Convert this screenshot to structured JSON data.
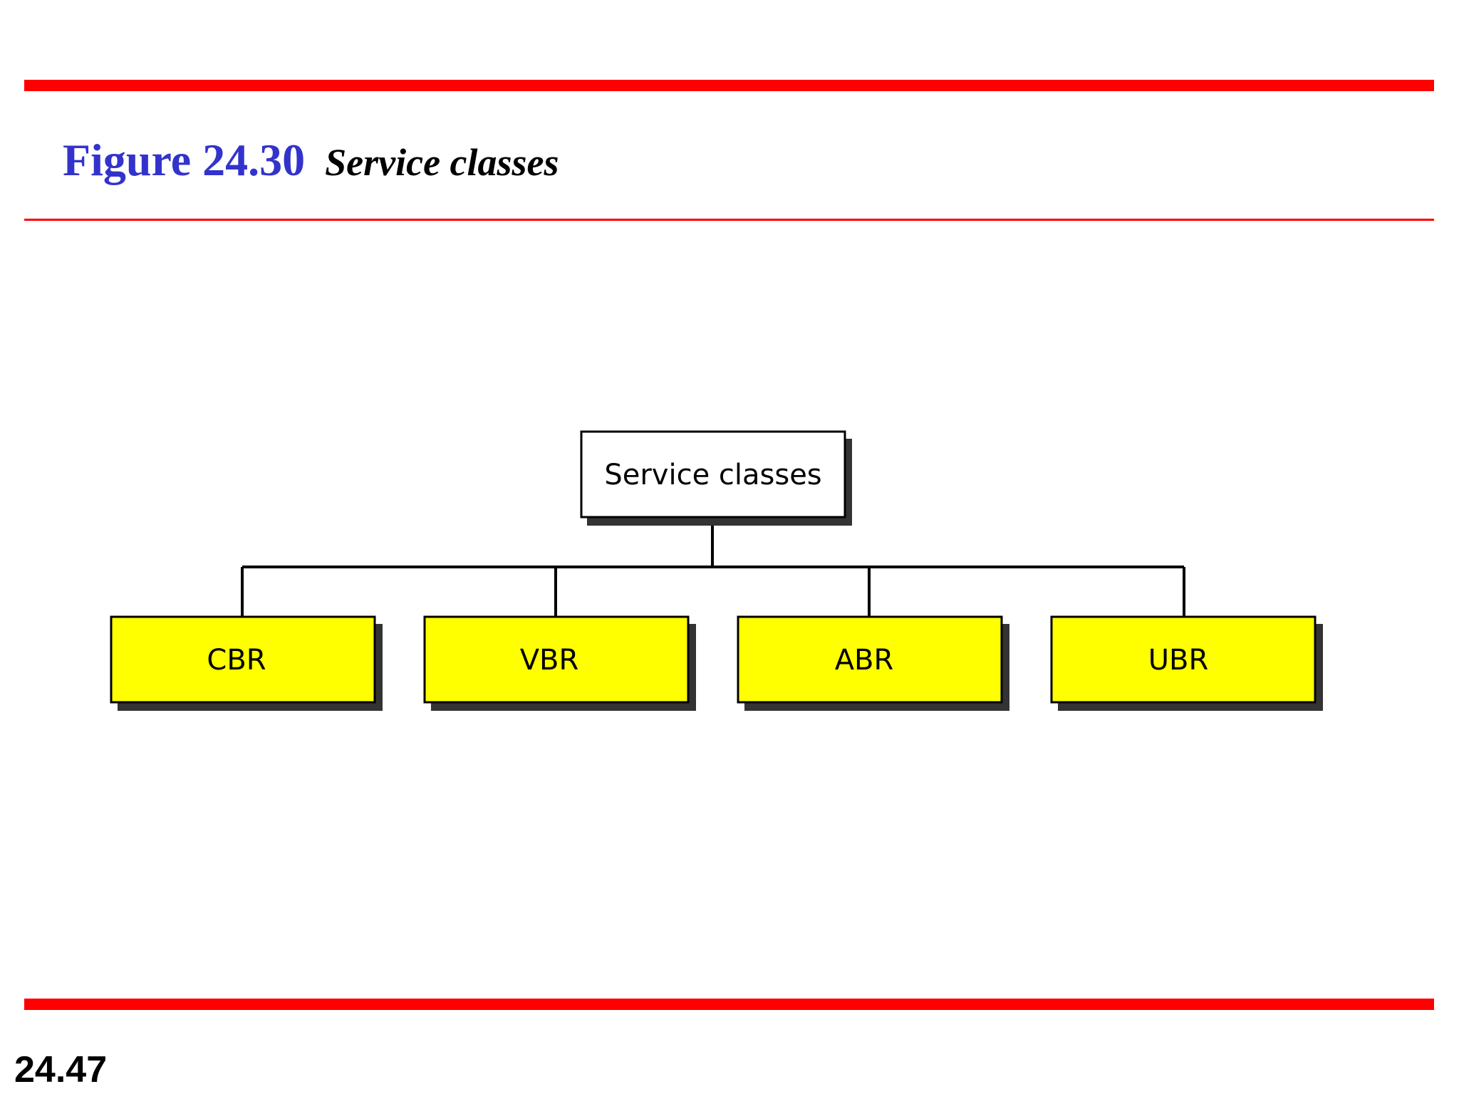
{
  "header": {
    "figure_number": "Figure 24.30",
    "figure_caption": "Service classes"
  },
  "diagram": {
    "root": {
      "label": "Service classes",
      "fill": "#ffffff"
    },
    "children": [
      {
        "label": "CBR",
        "fill": "#ffff00"
      },
      {
        "label": "VBR",
        "fill": "#ffff00"
      },
      {
        "label": "ABR",
        "fill": "#ffff00"
      },
      {
        "label": "UBR",
        "fill": "#ffff00"
      }
    ],
    "shadow_color": "#333333",
    "line_color": "#000000"
  },
  "footer": {
    "page_number": "24.47"
  },
  "colors": {
    "rule": "#ff0000",
    "figure_number": "#3333cc"
  }
}
